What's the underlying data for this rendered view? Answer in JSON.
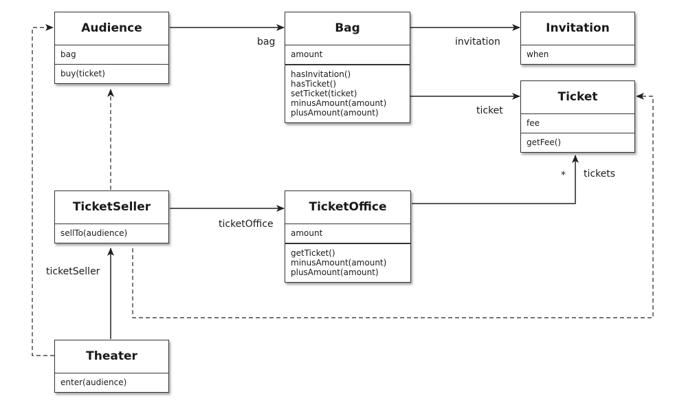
{
  "classes": {
    "audience": {
      "name": "Audience",
      "attributes": [
        "bag"
      ],
      "operations": [
        "buy(ticket)"
      ]
    },
    "bag": {
      "name": "Bag",
      "attributes": [
        "amount"
      ],
      "operations": [
        "hasInvitation()",
        "hasTicket()",
        "setTicket(ticket)",
        "minusAmount(amount)",
        "plusAmount(amount)"
      ]
    },
    "invitation": {
      "name": "Invitation",
      "attributes": [
        "when"
      ]
    },
    "ticket": {
      "name": "Ticket",
      "attributes": [
        "fee"
      ],
      "operations": [
        "getFee()"
      ]
    },
    "ticketseller": {
      "name": "TicketSeller",
      "operations": [
        "sellTo(audience)"
      ]
    },
    "ticketoffice": {
      "name": "TicketOffice",
      "attributes": [
        "amount"
      ],
      "operations": [
        "getTicket()",
        "minusAmount(amount)",
        "plusAmount(amount)"
      ]
    },
    "theater": {
      "name": "Theater",
      "operations": [
        "enter(audience)"
      ]
    }
  },
  "labels": {
    "bag": "bag",
    "invitation": "invitation",
    "ticket": "ticket",
    "tickets": "tickets",
    "multiplicity": "*",
    "ticketOffice": "ticketOffice",
    "ticketSeller": "ticketSeller"
  }
}
